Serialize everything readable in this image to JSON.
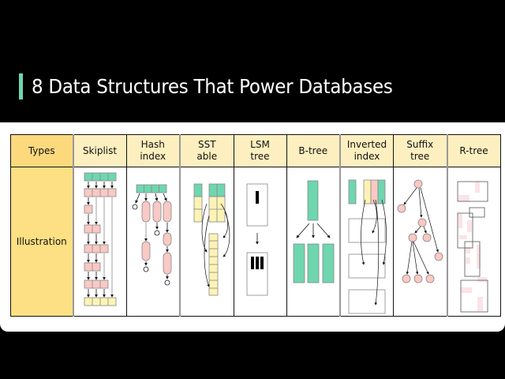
{
  "title": "8 Data Structures That Power Databases",
  "colors": {
    "accent": "#6fd6b0",
    "header_bg": "#fdefbf",
    "label_col_bg": "#fcd97d",
    "green": "#6fd6b0",
    "pink": "#f9c9c4",
    "yellow": "#fdf3b5"
  },
  "table": {
    "row_labels": {
      "types": "Types",
      "illustration": "Illustration"
    },
    "columns": [
      {
        "line1": "Skiplist",
        "line2": ""
      },
      {
        "line1": "Hash",
        "line2": "index"
      },
      {
        "line1": "SST",
        "line2": "able"
      },
      {
        "line1": "LSM",
        "line2": "tree"
      },
      {
        "line1": "B-tree",
        "line2": ""
      },
      {
        "line1": "Inverted",
        "line2": "index"
      },
      {
        "line1": "Suffix",
        "line2": "tree"
      },
      {
        "line1": "R-tree",
        "line2": ""
      }
    ]
  }
}
